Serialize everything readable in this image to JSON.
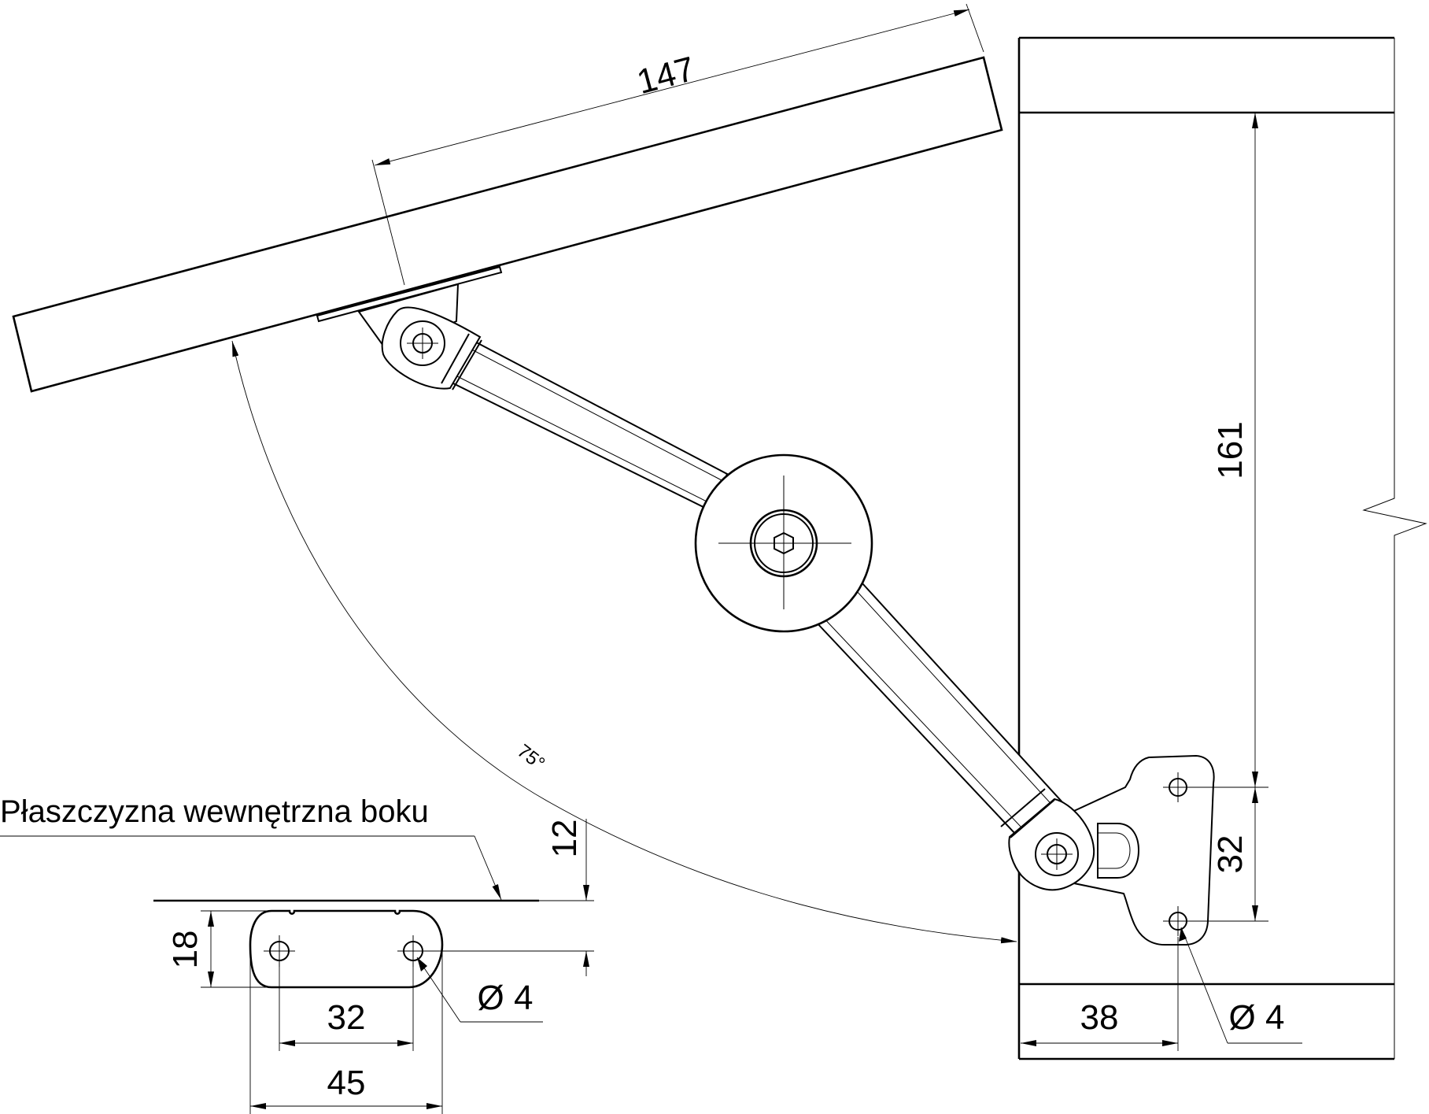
{
  "diagram": {
    "label_inner_plane": "Płaszczyzna wewnętrzna boku",
    "dim_arm_length": "147",
    "dim_height": "161",
    "dim_hole_spacing_right": "32",
    "dim_offset_38": "38",
    "dim_hole_right": "Ø 4",
    "dim_angle": "75°",
    "dim_offset_12": "12",
    "dim_plate_height": "18",
    "dim_hole_spacing_bottom": "32",
    "dim_plate_width": "45",
    "dim_hole_bottom": "Ø 4"
  }
}
